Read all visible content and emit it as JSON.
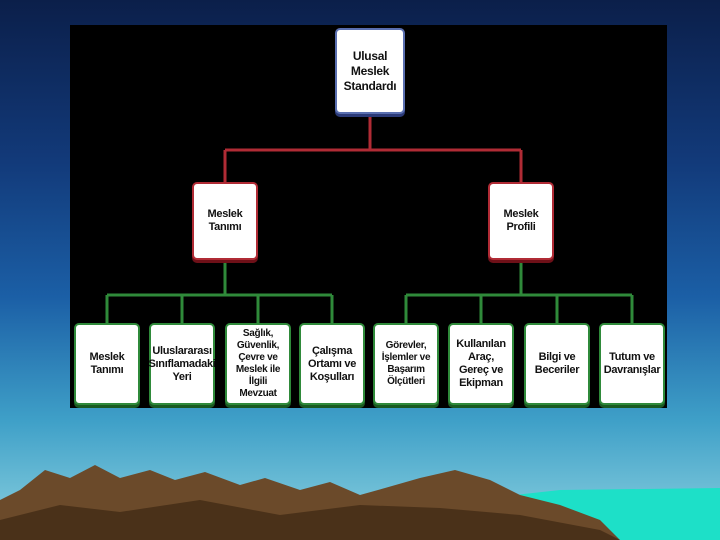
{
  "diagram": {
    "root": {
      "label": "Ulusal Meslek Standardı"
    },
    "branches": [
      {
        "label": "Meslek Tanımı",
        "children": [
          "Meslek Tanımı",
          "Uluslararası Sınıflamadaki Yeri",
          "Sağlık, Güvenlik, Çevre ve Meslek ile İlgili Mevzuat",
          "Çalışma Ortamı ve Koşulları"
        ]
      },
      {
        "label": "Meslek Profili",
        "children": [
          "Görevler, İşlemler ve Başarım Ölçütleri",
          "Kullanılan Araç, Gereç ve Ekipman",
          "Bilgi ve Beceriler",
          "Tutum ve Davranışlar"
        ]
      }
    ]
  },
  "colors": {
    "panel": "#000000",
    "root_border": "#5a6fb0",
    "level1_connector": "#b02b35",
    "level2_connector": "#2f8a3a",
    "mountain": "#6b4a2a"
  }
}
